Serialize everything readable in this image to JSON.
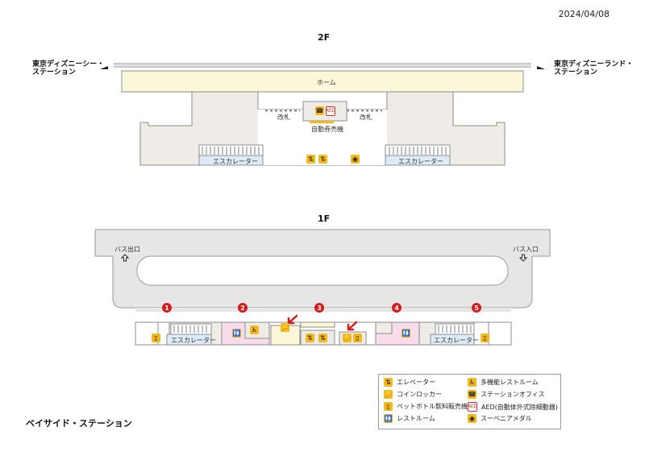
{
  "date": "2024/04/08",
  "station_name": "ベイサイド・ステーション",
  "floor2": {
    "title": "2F",
    "left_direction": "東京ディズニーシー・\nステーション",
    "right_direction": "東京ディズニーランド・\nステーション",
    "platform": "ホーム",
    "gate_left": "改札",
    "gate_right": "改札",
    "ticket_machines": "自動券売機",
    "escalator_left": "エスカレーター",
    "escalator_right": "エスカレーター"
  },
  "floor1": {
    "title": "1F",
    "bus_exit": "バス出口",
    "bus_entrance": "バス入口",
    "escalator_left": "エスカレーター",
    "escalator_right": "エスカレーター",
    "exits": [
      "1",
      "2",
      "3",
      "4",
      "5"
    ]
  },
  "legend": {
    "items": [
      {
        "icon": "elevator-icon",
        "label": "エレベーター"
      },
      {
        "icon": "coin-locker-icon",
        "label": "コインロッカー"
      },
      {
        "icon": "vending-machine-icon",
        "label": "ペットボトル飲料販売機"
      },
      {
        "icon": "restroom-icon",
        "label": "レストルーム"
      },
      {
        "icon": "accessible-restroom-icon",
        "label": "多機能レストルーム"
      },
      {
        "icon": "station-office-icon",
        "label": "ステーションオフィス"
      },
      {
        "icon": "aed-icon",
        "label": "AED(自動体外式除細動器)"
      },
      {
        "icon": "souvenir-medal-icon",
        "label": "スーベニアメダル"
      }
    ],
    "aed_mark": "AED"
  },
  "colors": {
    "platform": "#fbf7d9",
    "concourse": "#efece7",
    "outline": "#8d8d8d",
    "escalator": "#dcebf7",
    "restroom": "#f8dcea",
    "icon": "#f3b81d",
    "exit_badge": "#d21c1c",
    "track": "#c8c8c8"
  }
}
